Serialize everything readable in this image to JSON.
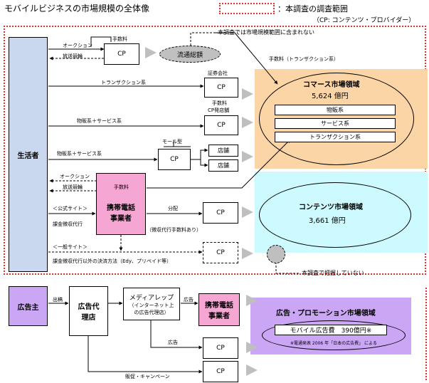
{
  "header": {
    "title": "モバイルビジネスの市場規模の全体像",
    "legend_label": "：本調査の調査範囲",
    "note": "（CP: コンテンツ・プロバイダー）"
  },
  "actors": {
    "consumer": "生活者",
    "advertiser": "広告主",
    "carrier_line1": "携帯電話",
    "carrier_line2": "事業者",
    "ad_agency_line1": "広告代",
    "ad_agency_line2": "理店",
    "media_rep_line1": "メディアレップ",
    "media_rep_line2": "（インターネット上",
    "media_rep_line3": "の広告代理店）",
    "ad_carrier_line1": "携帯電話",
    "ad_carrier_line2": "事業者"
  },
  "nodes": {
    "cp": "CP",
    "distribution": "流通総額",
    "store": "店舗",
    "mall_type": "モール型"
  },
  "markets": {
    "commerce": {
      "title": "コマース市場領域",
      "value": "5,624 億円",
      "items": [
        "物販系",
        "サービス系",
        "トランザクション系"
      ]
    },
    "content": {
      "title": "コンテンツ市場領域",
      "value": "3,661 億円"
    },
    "ad": {
      "title": "広告・プロモーション市場領域",
      "value": "モバイル広告費　390億円※",
      "source_note": "※電通発表 2006 年「日本の広告費」 による"
    }
  },
  "labels": {
    "fee_top": "手数料",
    "auction_top": "オークション",
    "gamble_top": "放送競輪",
    "not_included": "本調査では市場規模範囲に含まれない",
    "fee_transaction": "手数料（トランザクション系）",
    "securities": "証券会社",
    "transaction": "トランザクション系",
    "fee_cp_store": "手数料",
    "cp_store": "CP発店舗",
    "goods_service1": "物販系＋サービス系",
    "goods_service2": "物販系＋サービス系",
    "auction_mid": "オークション",
    "gamble_mid": "放送競輪",
    "fee_mid": "手数料",
    "official_site": "＜公式サイト＞",
    "billing_agency": "課金徴収代行",
    "distribution_label": "分配",
    "fee_agency": "（徴収代行手数料あり）",
    "general_site": "＜一般サイト＞",
    "other_payment": "課金徴収代行以外の決済方法（Edy、プリペイド等）",
    "not_captured": "本調査で把握していない",
    "ad_placement": "出稿",
    "ad1": "広告",
    "ad2": "広告",
    "sales_campaign": "販促・キャンペーン"
  },
  "colors": {
    "consumer_blue": "#c9d7ef",
    "carrier_pink": "#f6a6d3",
    "commerce_orange": "#fcd5a6",
    "content_cyan": "#ccfafe",
    "ad_purple": "#cba6f5",
    "scope_red": "#e8302a",
    "distribution_gray": "#c0c0c0"
  }
}
